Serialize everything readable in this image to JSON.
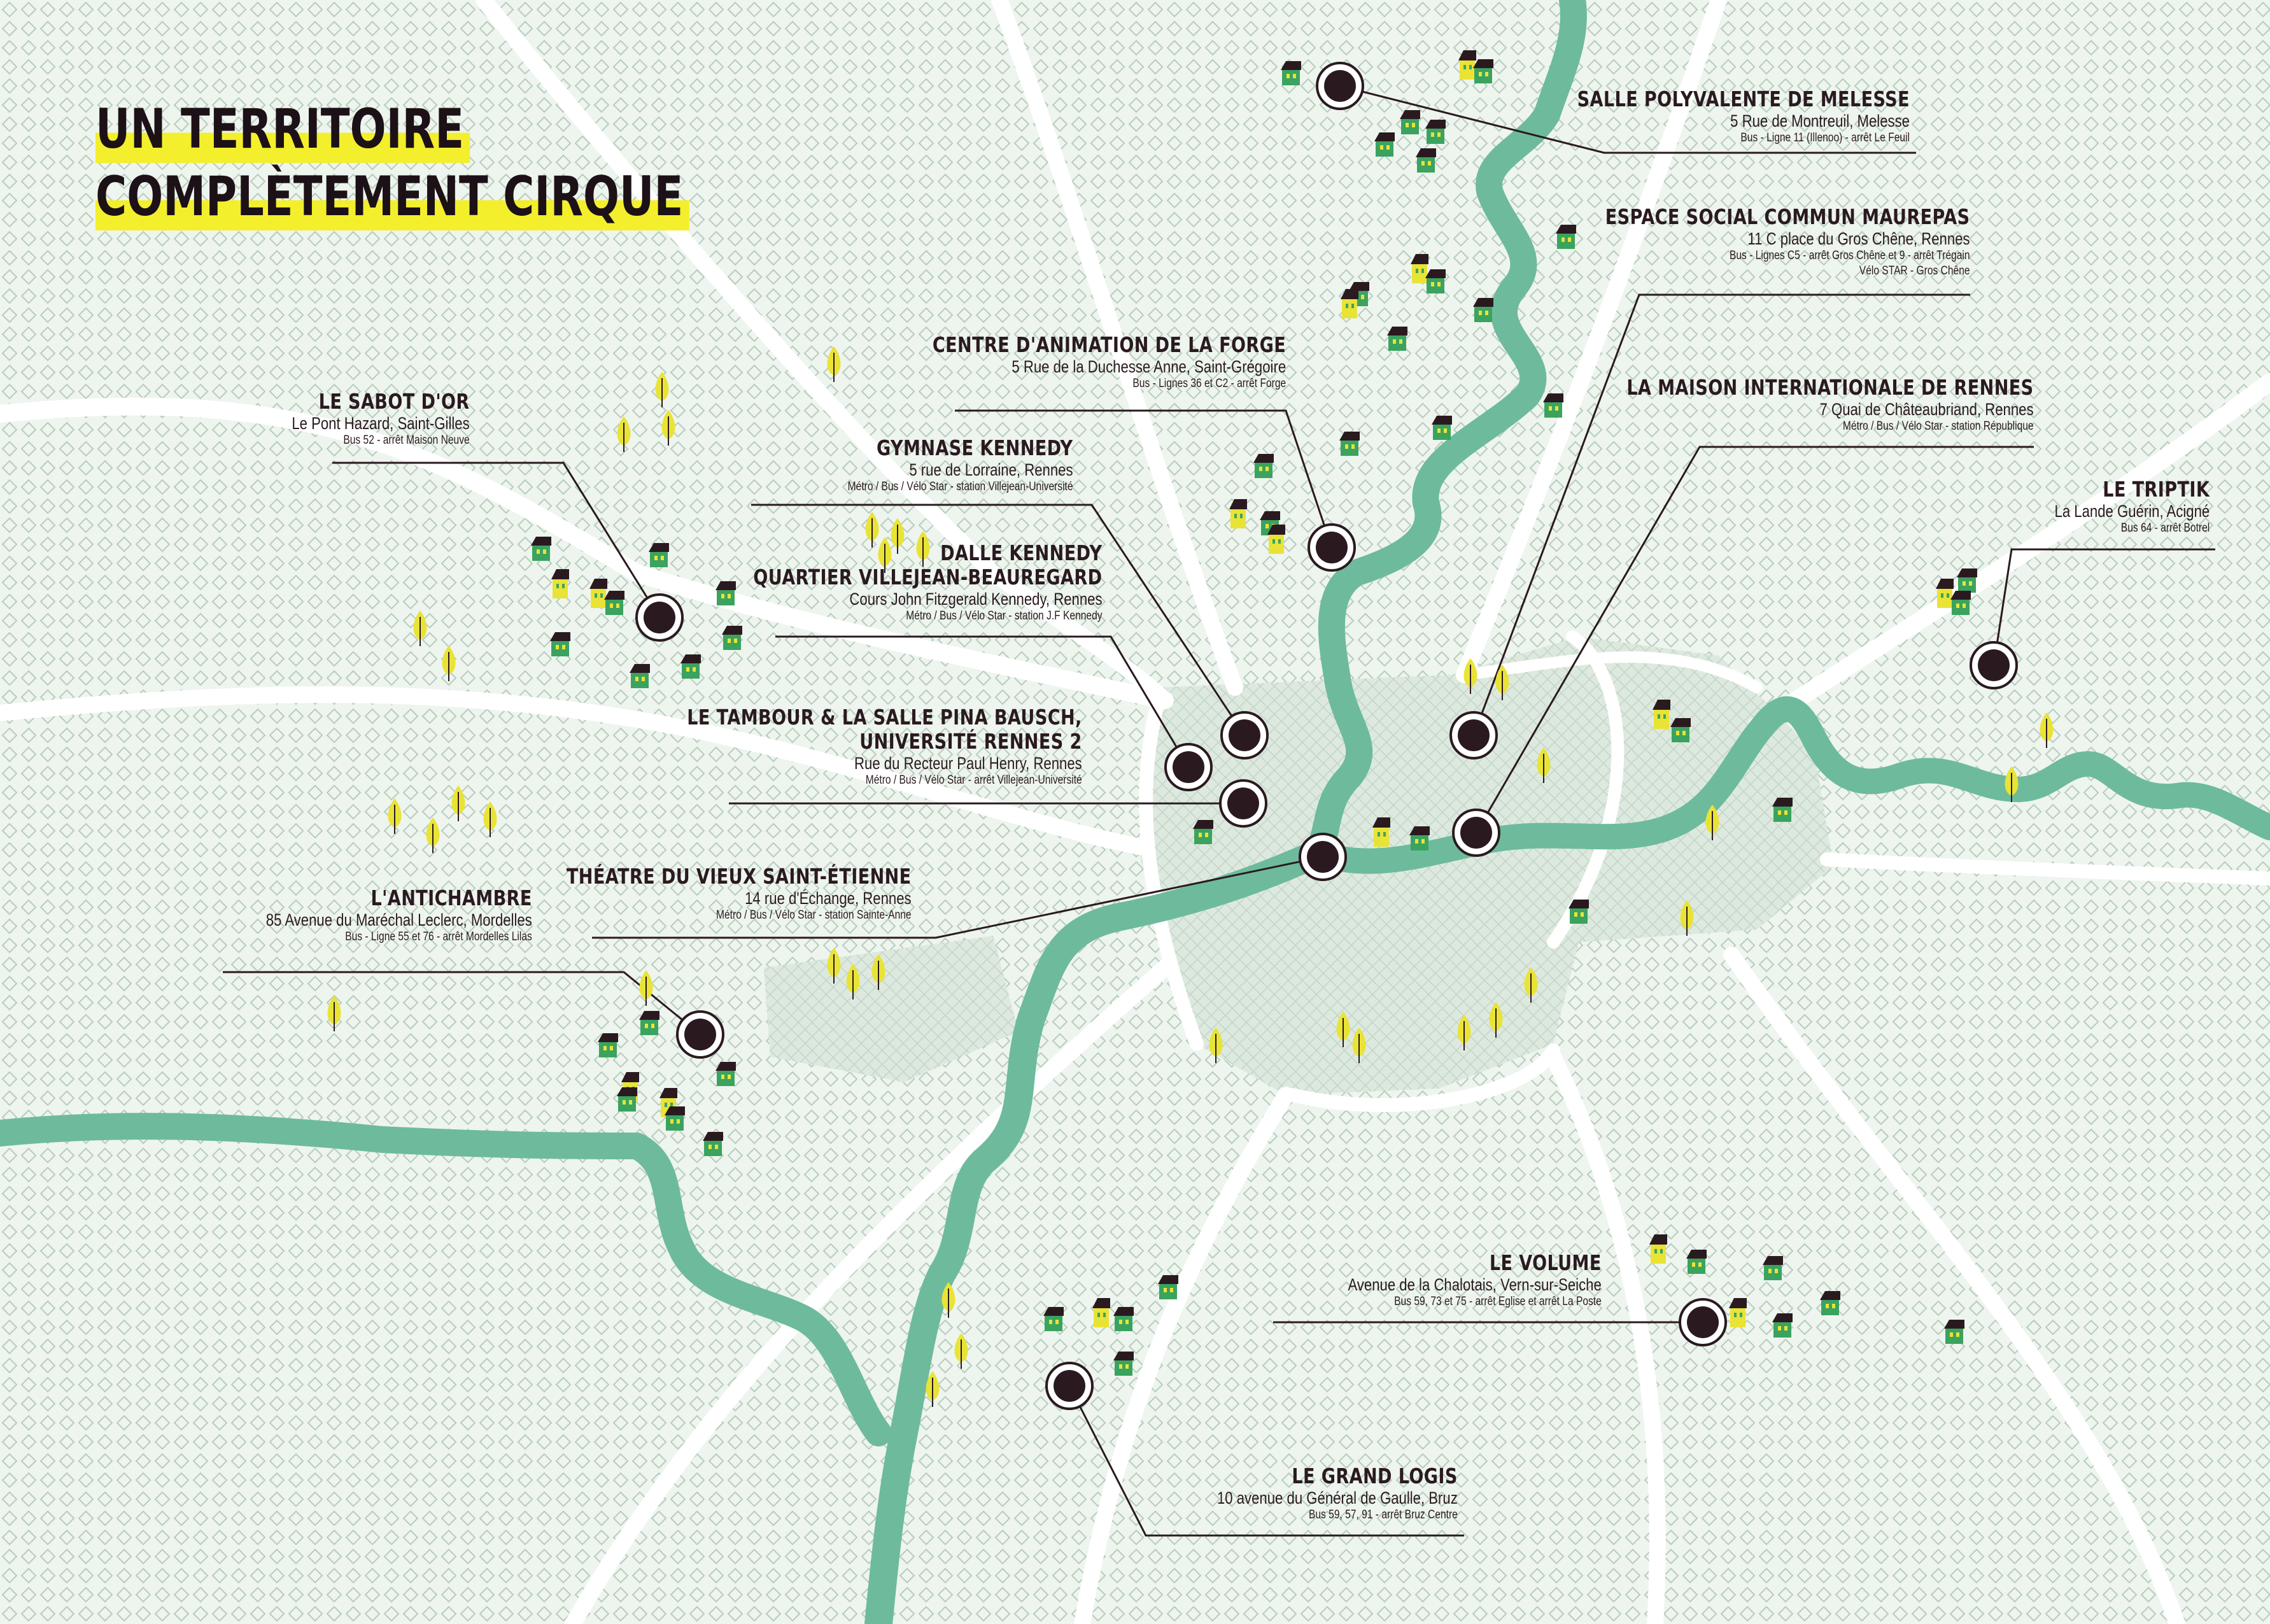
{
  "title": {
    "line1": "UN TERRITOIRE",
    "line2": "COMPLÈTEMENT CIRQUE"
  },
  "colors": {
    "background": "#eef3ec",
    "road": "#ffffff",
    "river": "#6dbb9c",
    "highlight": "#f3ef2c",
    "marker": "#2a1a20",
    "house_green": "#3aa35f",
    "house_yellow": "#e9e336",
    "roof": "#2a1a20"
  },
  "icons": {
    "venue": "venue-marker-icon",
    "house": "house-icon",
    "tree": "tree-icon"
  },
  "venues": [
    {
      "id": "salle-polyvalente-melesse",
      "name": [
        "SALLE POLYVALENTE DE MELESSE"
      ],
      "address": "5 Rue de Montreuil, Melesse",
      "transport": [
        "Bus - Ligne 11 (Illenoo) - arrêt Le Feuil"
      ]
    },
    {
      "id": "espace-social-maurepas",
      "name": [
        "ESPACE SOCIAL COMMUN MAUREPAS"
      ],
      "address": "11 C place du Gros Chêne, Rennes",
      "transport": [
        "Bus - Lignes C5 - arrêt Gros Chêne et 9 - arrêt Trégain",
        "Vélo STAR - Gros Chêne"
      ]
    },
    {
      "id": "centre-la-forge",
      "name": [
        "CENTRE D'ANIMATION DE LA FORGE"
      ],
      "address": "5 Rue de la Duchesse Anne, Saint-Grégoire",
      "transport": [
        "Bus - Lignes 36 et C2 - arrêt Forge"
      ]
    },
    {
      "id": "maison-internationale",
      "name": [
        "LA MAISON INTERNATIONALE DE RENNES"
      ],
      "address": "7 Quai de Châteaubriand, Rennes",
      "transport": [
        "Métro / Bus / Vélo Star - station République"
      ]
    },
    {
      "id": "sabot-d-or",
      "name": [
        "LE SABOT D'OR"
      ],
      "address": "Le Pont Hazard, Saint-Gilles",
      "transport": [
        "Bus 52 - arrêt Maison Neuve"
      ]
    },
    {
      "id": "gymnase-kennedy",
      "name": [
        "GYMNASE KENNEDY"
      ],
      "address": "5 rue de Lorraine, Rennes",
      "transport": [
        "Métro / Bus / Vélo Star - station Villejean-Université"
      ]
    },
    {
      "id": "le-triptik",
      "name": [
        "LE TRIPTIK"
      ],
      "address": "La Lande Guérin, Acigné",
      "transport": [
        "Bus 64 - arrêt Botrel"
      ]
    },
    {
      "id": "dalle-kennedy",
      "name": [
        "DALLE KENNEDY",
        "QUARTIER VILLEJEAN-BEAUREGARD"
      ],
      "address": "Cours John Fitzgerald Kennedy, Rennes",
      "transport": [
        "Métro / Bus / Vélo Star - station J.F Kennedy"
      ]
    },
    {
      "id": "le-tambour",
      "name": [
        "LE TAMBOUR & LA SALLE PINA BAUSCH,",
        "UNIVERSITÉ RENNES 2"
      ],
      "address": "Rue du Recteur Paul Henry, Rennes",
      "transport": [
        "Métro / Bus / Vélo Star - arrêt Villejean-Université"
      ]
    },
    {
      "id": "l-antichambre",
      "name": [
        "L'ANTICHAMBRE"
      ],
      "address": "85 Avenue du Maréchal Leclerc, Mordelles",
      "transport": [
        "Bus - Ligne 55 et 76 - arrêt Mordelles Lilas"
      ]
    },
    {
      "id": "theatre-vieux-saint-etienne",
      "name": [
        "THÉATRE DU VIEUX SAINT-ÉTIENNE"
      ],
      "address": "14 rue d'Échange, Rennes",
      "transport": [
        "Métro / Bus / Vélo Star - station Sainte-Anne"
      ]
    },
    {
      "id": "le-volume",
      "name": [
        "LE VOLUME"
      ],
      "address": "Avenue de la Chalotais, Vern-sur-Seiche",
      "transport": [
        "Bus 59, 73 et 75 - arrêt Eglise et arrêt La Poste"
      ]
    },
    {
      "id": "le-grand-logis",
      "name": [
        "LE GRAND LOGIS"
      ],
      "address": "10 avenue du Général de Gaulle, Bruz",
      "transport": [
        "Bus 59, 57, 91 - arrêt Bruz Centre"
      ]
    }
  ]
}
